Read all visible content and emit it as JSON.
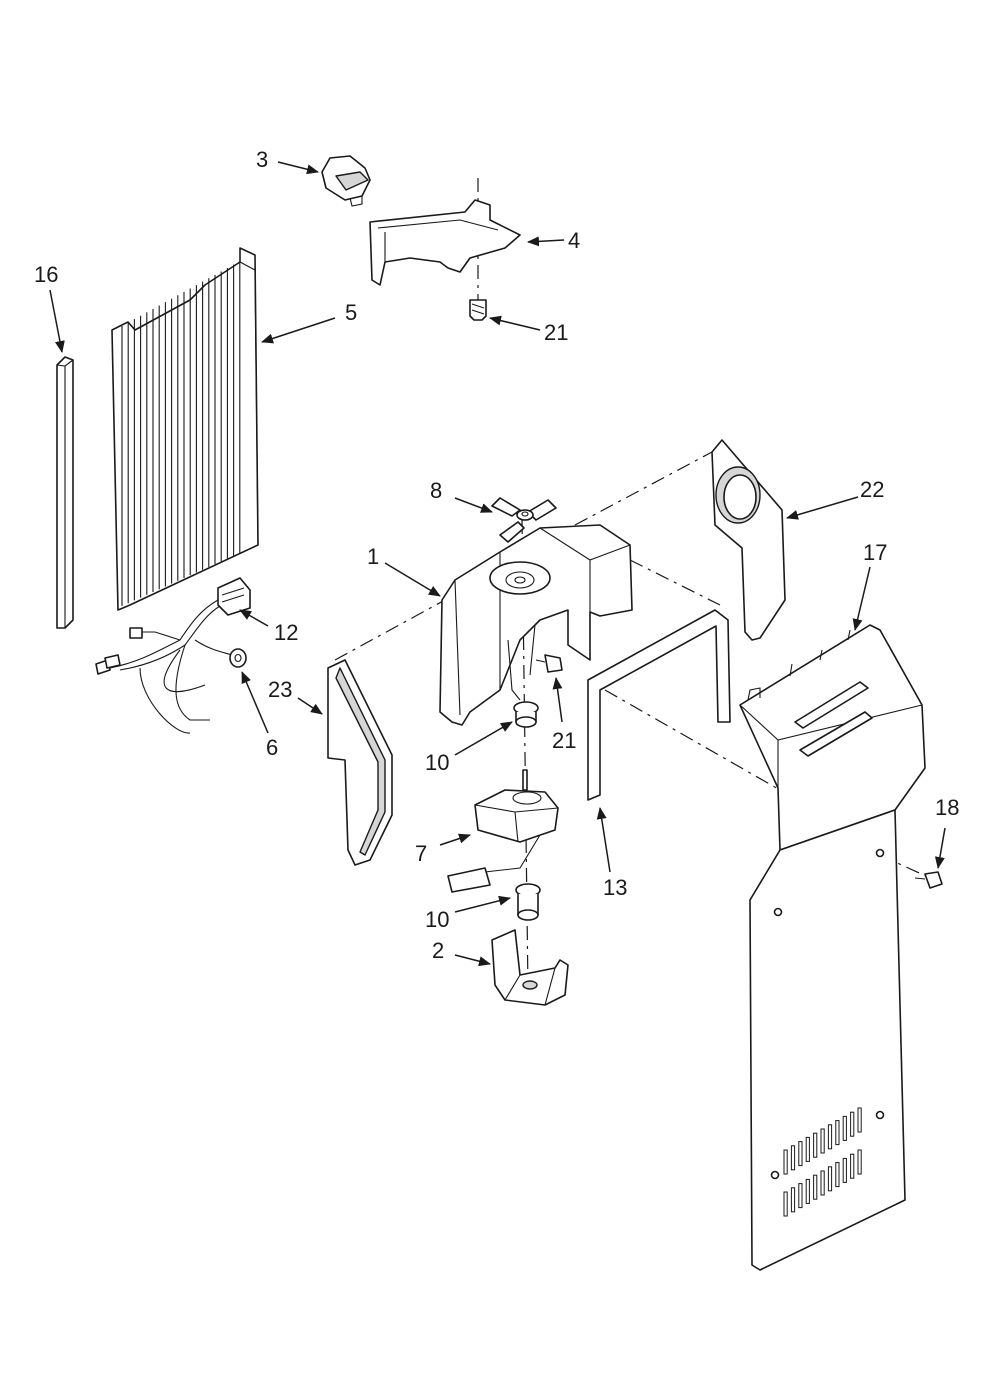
{
  "diagram": {
    "callouts": {
      "c1": "1",
      "c2": "2",
      "c3": "3",
      "c4": "4",
      "c5": "5",
      "c6": "6",
      "c7": "7",
      "c8": "8",
      "c10a": "10",
      "c10b": "10",
      "c12": "12",
      "c13": "13",
      "c16": "16",
      "c17": "17",
      "c18": "18",
      "c21a": "21",
      "c21b": "21",
      "c22": "22",
      "c23": "23"
    },
    "colors": {
      "ink": "#1a1a1a",
      "shade": "#d6d6d6",
      "background": "#ffffff"
    }
  }
}
